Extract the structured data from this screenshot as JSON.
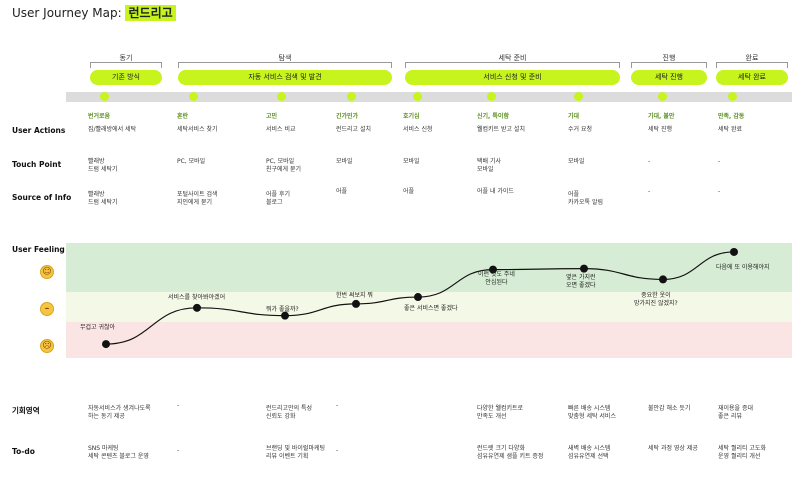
{
  "title": {
    "prefix": "User Journey Map:",
    "brand": "런드리고"
  },
  "stages": [
    {
      "label": "동기",
      "pill": "기존 방식"
    },
    {
      "label": "탐색",
      "pill": "자동 서비스 검색 및 발견"
    },
    {
      "label": "세탁 준비",
      "pill": "서비스 신청 및 준비"
    },
    {
      "label": "진행",
      "pill": "세탁 진행"
    },
    {
      "label": "완료",
      "pill": "세탁 완료"
    }
  ],
  "emotions": [
    "번거로움",
    "혼란",
    "고민",
    "긴가민가",
    "호기심",
    "신기, 특이함",
    "기대",
    "기대, 불안",
    "만족, 감동"
  ],
  "rows": {
    "actions": {
      "label": "User Actions",
      "cells": [
        "집/빨래방에서 세탁",
        "세탁서비스 찾기",
        "서비스 비교",
        "런드리고 설치",
        "서비스 신청",
        "웰컴키트 받고 설치",
        "수거 요청",
        "세탁 진행",
        "세탁 완료"
      ]
    },
    "touch": {
      "label": "Touch Point",
      "cells": [
        "빨래방\n드럼 세탁기",
        "PC, 모바일",
        "PC, 모바일\n친구에게 묻기",
        "모바일",
        "모바일",
        "택배 기사\n모바일",
        "모바일",
        "-",
        "-"
      ]
    },
    "source": {
      "label": "Source of Info",
      "cells": [
        "빨래방\n드럼 세탁기",
        "포털사이트 검색\n지인에게 묻기",
        "어플 후기\n블로그",
        "어플",
        "어플",
        "어플 내 가이드",
        "어플\n카카오톡 알림",
        "-",
        "-"
      ]
    },
    "feeling": {
      "label": "User Feeling"
    },
    "opportunity": {
      "label": "기회영역",
      "cells": [
        "자동서비스가 생겨나도록\n하는 동기 제공",
        "-",
        "런드리고만의 특성\n신뢰도 강화",
        "-",
        "",
        "다양한 웰컴키트로\n만족도 개선",
        "빠른 배송 시스템\n맞춤형 세탁 서비스",
        "불안감 해소 듯기",
        "재이용을 증대\n좋은 리뷰"
      ]
    },
    "todo": {
      "label": "To-do",
      "cells": [
        "SNS 마케팅\n세탁 콘텐츠 블로그 운영",
        "-",
        "브랜딩 및 바이럴마케팅\n리뷰 이벤트 기획",
        "-",
        "",
        "런드렛 크기 다양화\n섬유유연제 샘플 키트 증정",
        "새벽 배송 시스템\n섬유유연제 선택",
        "세탁 과정 영상 제공",
        "세탁 퀄리티 고도화\n운영 퀄리티 개선"
      ]
    }
  },
  "feeling_points": [
    {
      "text": "무겁고 귀찮아",
      "level": 0.04
    },
    {
      "text": "서비스를 찾아봐야겠어",
      "level": 0.41
    },
    {
      "text": "뭐가 좋을까?",
      "level": 0.33
    },
    {
      "text": "한번 써보지 뭐",
      "level": 0.45
    },
    {
      "text": "좋은 서비스면 좋겠다",
      "level": 0.52
    },
    {
      "text": "이런 것도 주네\n안심된다",
      "level": 0.8
    },
    {
      "text": "옆은 가지런\n오면 좋겠다",
      "level": 0.81
    },
    {
      "text": "중요한 옷이\n망가지진 않겠지?",
      "level": 0.7
    },
    {
      "text": "다음에 또 이용해야지",
      "level": 0.98
    }
  ],
  "colors": {
    "accent": "#c6f41c",
    "good_band": "#d6ecd4",
    "neutral_band": "#f4f8e6",
    "bad_band": "#fbe4e4"
  }
}
